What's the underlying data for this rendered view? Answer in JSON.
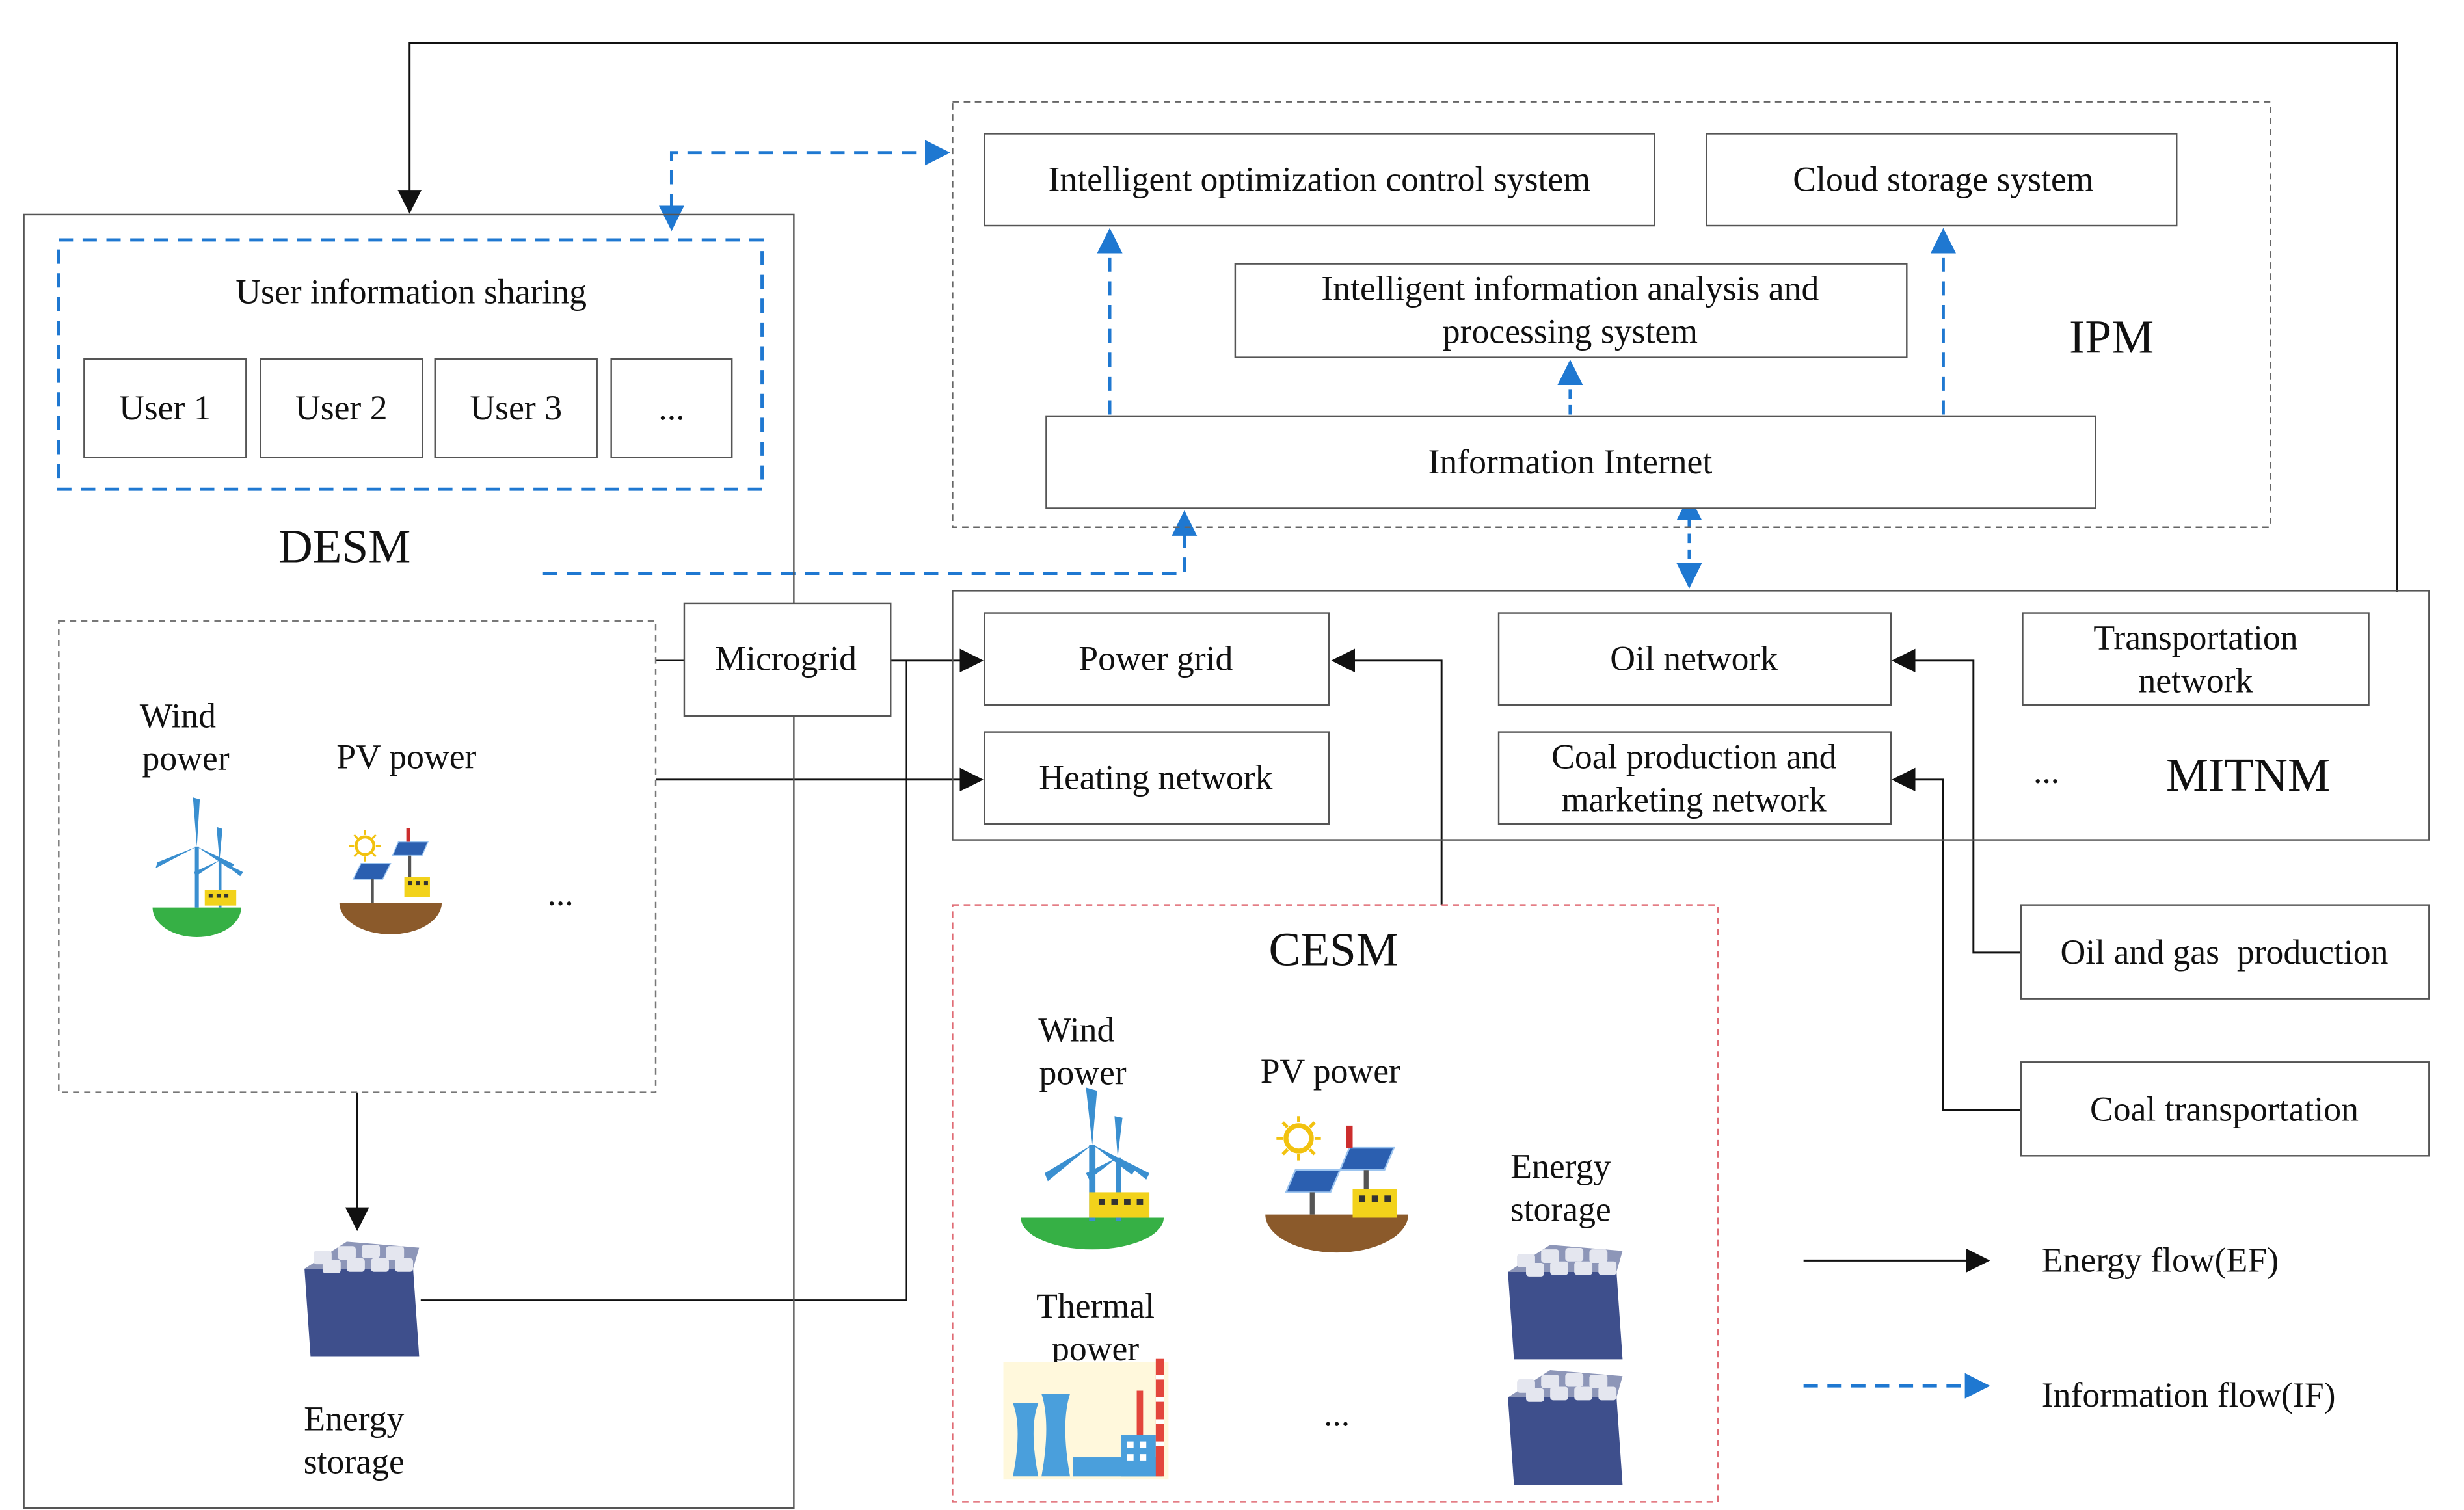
{
  "modules": {
    "desm": "DESM",
    "ipm": "IPM",
    "mitnm": "MITNM",
    "cesm": "CESM"
  },
  "desm": {
    "sharing_title": "User information sharing",
    "users": [
      "User 1",
      "User 2",
      "User 3",
      "..."
    ],
    "wind_label_1": "Wind",
    "wind_label_2": "power",
    "pv_label": "PV power",
    "ellipsis": "...",
    "storage_label_1": "Energy",
    "storage_label_2": "storage"
  },
  "microgrid": "Microgrid",
  "ipm": {
    "control_system": "Intelligent optimization control system",
    "cloud_storage": "Cloud storage system",
    "analysis_line_1": "Intelligent information analysis and",
    "analysis_line_2": "processing system",
    "internet": "Information Internet"
  },
  "mitnm": {
    "power_grid": "Power grid",
    "heating_network": "Heating network",
    "oil_network": "Oil network",
    "coal_line_1": "Coal production and",
    "coal_line_2": "marketing network",
    "transport_line_1": "Transportation",
    "transport_line_2": "network",
    "ellipsis": "..."
  },
  "external": {
    "oil_gas": "Oil and gas  production",
    "coal_transport": "Coal transportation"
  },
  "cesm": {
    "wind_label_1": "Wind",
    "wind_label_2": "power",
    "pv_label": "PV power",
    "storage_label_1": "Energy",
    "storage_label_2": "storage",
    "thermal_label_1": "Thermal",
    "thermal_label_2": "power",
    "ellipsis": "..."
  },
  "legend": {
    "energy_flow": "Energy flow(EF)",
    "info_flow": "Information flow(IF)"
  },
  "colors": {
    "energy_flow": "#111111",
    "info_flow": "#1f78d1",
    "cesm_border": "#e06c75",
    "grass": "#36b045",
    "soil": "#8b5a2b",
    "panel": "#2b5fb0",
    "battery": "#3e4f8c",
    "factory": "#f2d21b"
  }
}
